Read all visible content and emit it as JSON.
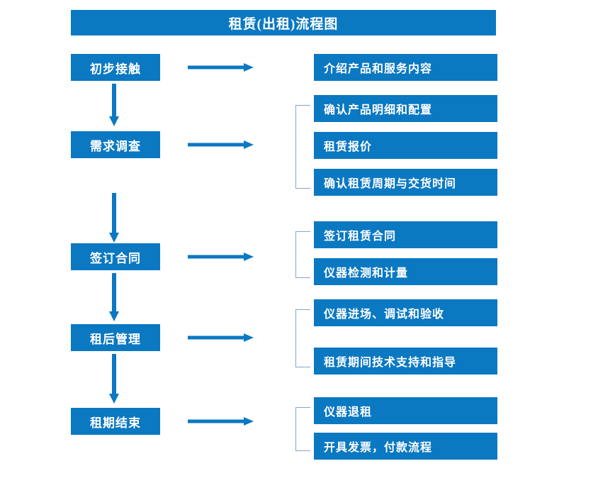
{
  "diagram": {
    "title": "租赁(出租)流程图",
    "colors": {
      "box_fill": "#0b78c2",
      "box_text": "#ffffff",
      "arrow": "#0b78c2",
      "bracket": "#8aa3c4",
      "background": "#ffffff"
    },
    "stages": [
      {
        "label": "初步接触",
        "arrow_label": "arrow-right",
        "details": [
          "介绍产品和服务内容"
        ],
        "has_bracket": false
      },
      {
        "label": "需求调查",
        "arrow_label": "arrow-right",
        "details": [
          "确认产品明细和配置",
          "租赁报价",
          "确认租赁周期与交货时间"
        ],
        "has_bracket": true
      },
      {
        "label": "签订合同",
        "arrow_label": "arrow-right",
        "details": [
          "签订租赁合同",
          "仪器检测和计量"
        ],
        "has_bracket": true
      },
      {
        "label": "租后管理",
        "arrow_label": "arrow-right",
        "details": [
          "仪器进场、调试和验收",
          "租赁期间技术支持和指导"
        ],
        "has_bracket": true
      },
      {
        "label": "租期结束",
        "arrow_label": "arrow-right",
        "details": [
          "仪器退租",
          "开具发票，付款流程"
        ],
        "has_bracket": true
      }
    ],
    "connectors": [
      {
        "from": "初步接触",
        "to": "需求调查",
        "kind": "arrow-down"
      },
      {
        "from": "需求调查",
        "to": "签订合同",
        "kind": "arrow-down"
      },
      {
        "from": "签订合同",
        "to": "租后管理",
        "kind": "arrow-down"
      },
      {
        "from": "租后管理",
        "to": "租期结束",
        "kind": "arrow-down"
      }
    ]
  }
}
